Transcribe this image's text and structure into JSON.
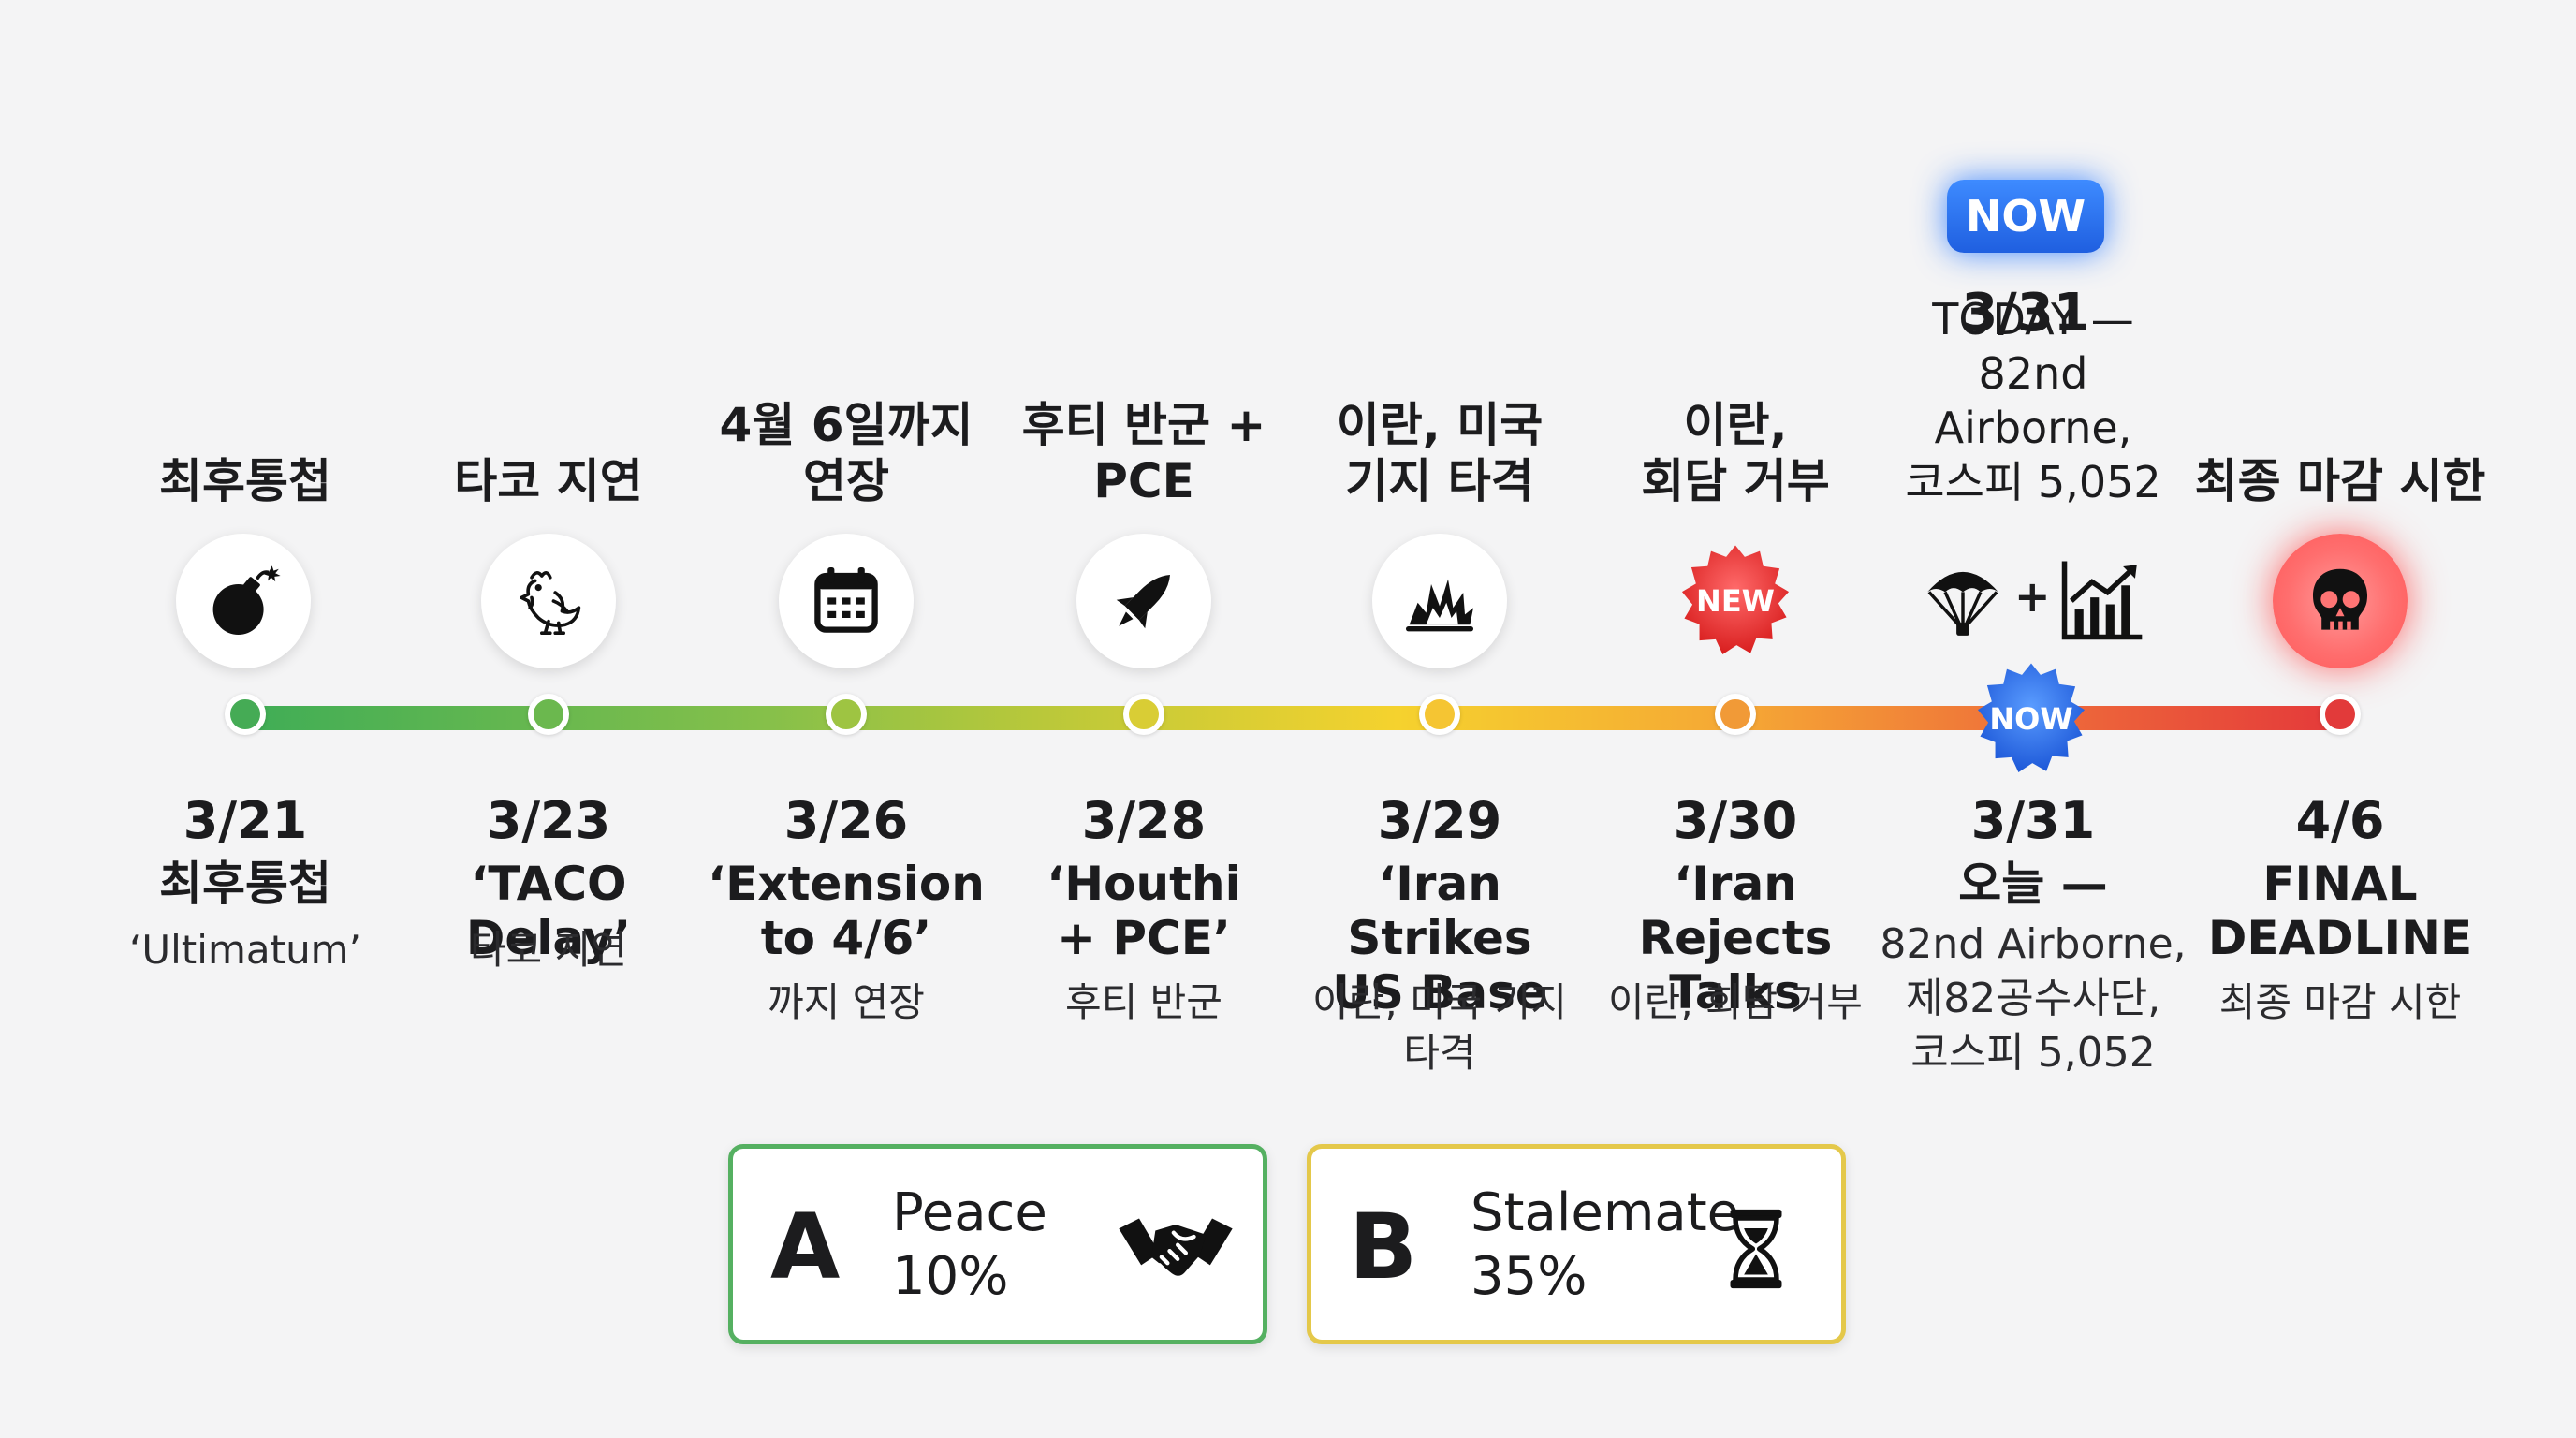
{
  "events": [
    {
      "id": "e1",
      "top_label": "최후통첩",
      "date": "3/21",
      "title": "최후통첩",
      "subtitle": "‘Ultimatum’",
      "icon": "bomb-icon",
      "dot_color": "#45ab55"
    },
    {
      "id": "e2",
      "top_label": "타코 지연",
      "date": "3/23",
      "title": "‘TACO Delay’",
      "subtitle": "타코 지연",
      "icon": "rooster-icon",
      "dot_color": "#6bb84e"
    },
    {
      "id": "e3",
      "top_label": "4월 6일까지\n연장",
      "date": "3/26",
      "title": "‘Extension\nto 4/6’",
      "subtitle": "까지 연장",
      "icon": "calendar-icon",
      "dot_color": "#9ec442"
    },
    {
      "id": "e4",
      "top_label": "후티 반군 +\nPCE",
      "date": "3/28",
      "title": "‘Houthi\n+ PCE’",
      "subtitle": "후티 반군",
      "icon": "rocket-icon",
      "dot_color": "#d9cd35"
    },
    {
      "id": "e5",
      "top_label": "이란, 미국\n기지 타격",
      "date": "3/29",
      "title": "‘Iran Strikes\nUS Base",
      "subtitle": "이란, 미국 기지\n타격",
      "icon": "explosion-icon",
      "dot_color": "#f5c533"
    },
    {
      "id": "e6",
      "top_label": "이란,\n회담 거부",
      "date": "3/30",
      "title": "‘Iran Rejects\nTalks",
      "subtitle": "이란, 회담 거부",
      "icon": "new-badge-icon",
      "badge_text": "NEW",
      "dot_color": "#f19a37"
    },
    {
      "id": "e7",
      "top_label": "TODAY —\n82nd Airborne,\n코스피 5,052",
      "top_date": "3/31",
      "now_label": "NOW",
      "date": "3/31",
      "title": "오늘 —",
      "subtitle": "82nd Airborne,\n제82공수사단,\n코스피 5,052",
      "icon": "parachute-chart-icon",
      "plus": "+",
      "badge_text": "NOW",
      "dot_color": "#2f6fe8"
    },
    {
      "id": "e8",
      "top_label": "최종 마감 시한",
      "date": "4/6",
      "title": "FINAL\nDEADLINE",
      "subtitle": "최종 마감 시한",
      "icon": "skull-icon",
      "dot_color": "#e23a3a"
    }
  ],
  "scenarios": [
    {
      "letter": "A",
      "name": "Peace",
      "probability": "10%",
      "icon": "handshake-icon",
      "border_color": "#55b061"
    },
    {
      "letter": "B",
      "name": "Stalemate",
      "probability": "35%",
      "icon": "hourglass-icon",
      "border_color": "#e4c84a"
    }
  ],
  "colors": {
    "now_blue": "#2f6fe8",
    "new_red": "#e23a3a",
    "track_start": "#3fad56",
    "track_end": "#e4393a"
  }
}
